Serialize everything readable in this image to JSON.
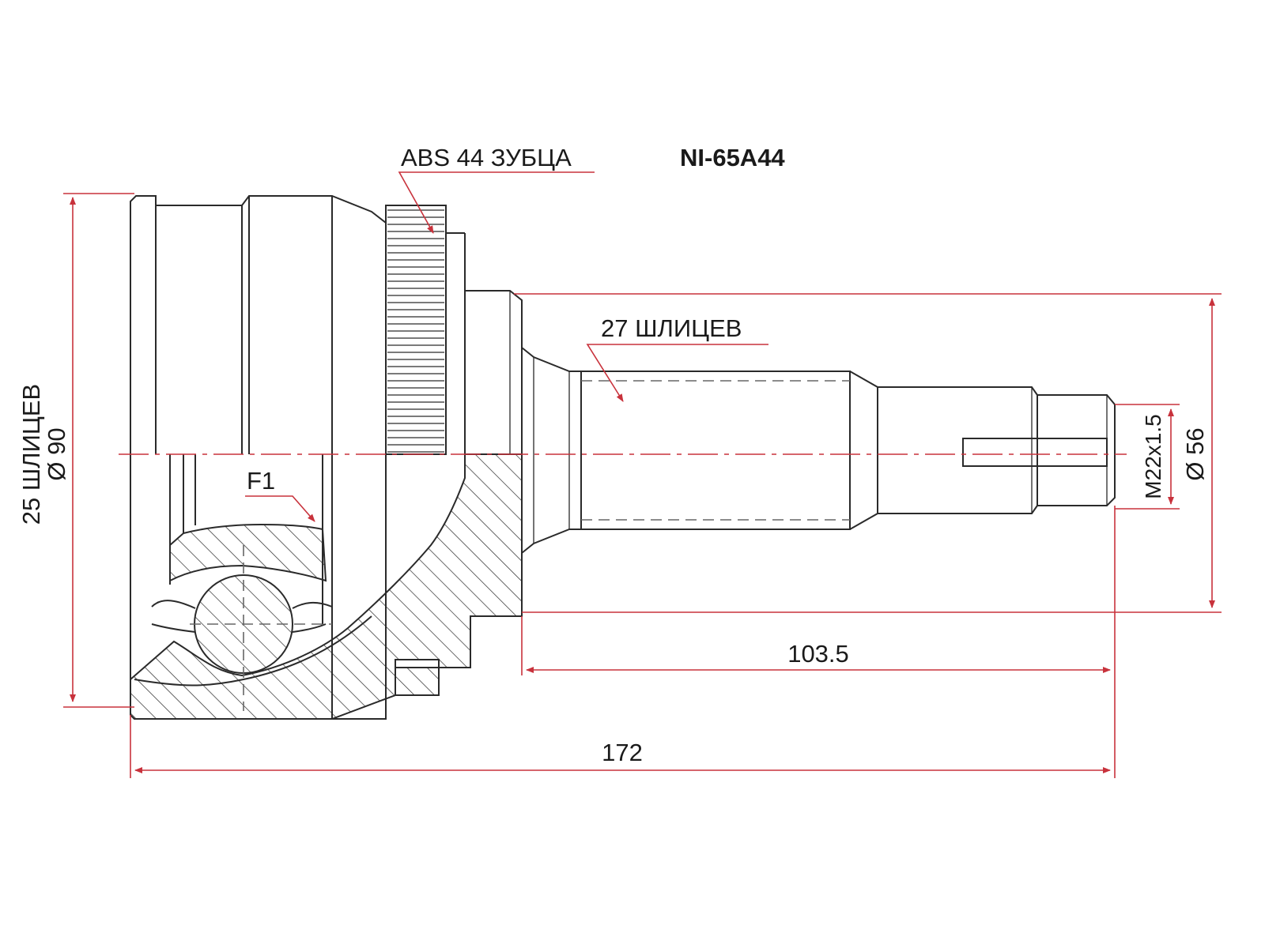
{
  "part_number": "NI-65A44",
  "labels": {
    "abs_ring": "ABS 44 ЗУБЦА",
    "outer_splines": "27 ШЛИЦЕВ",
    "inner_splines": "25 ШЛИЦЕВ",
    "inner_diameter": "Ø 90",
    "seal": "F1",
    "thread": "M22x1.5",
    "shaft_diameter": "Ø 56"
  },
  "dimensions": {
    "shaft_length": "103.5",
    "overall_length": "172"
  },
  "colors": {
    "outline": "#2a2a2a",
    "dimension": "#c8323c"
  }
}
